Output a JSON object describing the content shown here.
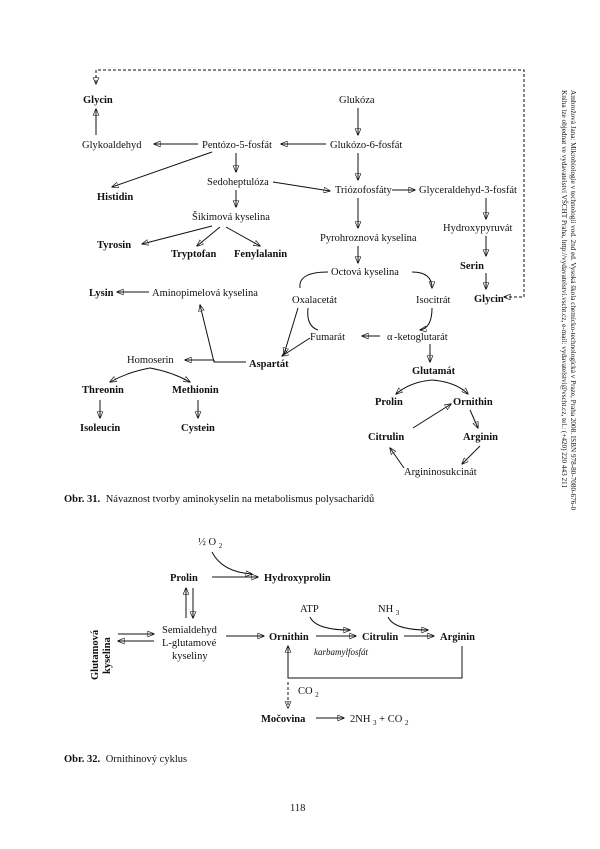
{
  "side_note": {
    "line1": "Ambrožová Jana: Mikrobiologie v technologii vod. 2nd ed. Vysoká škola chemicko-technologická v Praze, Praha 2008. ISBN 978-80-7080-676-0",
    "line2": "Kniha lze objednat ve vydavatelství VŠCHT Praha, http://vydavatelstvi.vscht.cz, e-mail: vydavatelstvi@vscht.cz, tel.: (+420) 220 443 211"
  },
  "figure31": {
    "caption_label": "Obr. 31.",
    "caption_text": "Návaznost tvorby aminokyselin na metabolismus polysacharidů",
    "nodes": {
      "glycin_top": "Glycin",
      "glukoza": "Glukóza",
      "glykoaldehyd": "Glykoaldehyd",
      "pentozo": "Pentózo-5-fosfát",
      "glukozo6": "Glukózo-6-fosfát",
      "histidin": "Histidin",
      "sedoheptuloza": "Sedoheptulóza",
      "triozofosfaty": "Triózofosfáty",
      "glyceraldehyd": "Glyceraldehyd-3-fosfát",
      "sikimova": "Šikimová kyselina",
      "hydroxypyruvat": "Hydroxypyruvát",
      "tyrosin": "Tyrosin",
      "tryptofan": "Tryptofan",
      "fenylalanin": "Fenylalanin",
      "pyrohroznova": "Pyrohroznová kyselina",
      "serin": "Serin",
      "octova": "Octová kyselina",
      "lysin": "Lysin",
      "aminopimelova": "Aminopimelová kyselina",
      "glycin_right": "Glycin",
      "oxalacetat": "Oxalacetát",
      "isocitrat": "Isocitrát",
      "fumarat": "Fumarát",
      "alfa": "α",
      "ketoglutarat": "-ketoglutarát",
      "aspartat": "Aspartát",
      "homoserin": "Homoserin",
      "glutamat": "Glutamát",
      "threonin": "Threonin",
      "methionin": "Methionin",
      "prolin": "Prolin",
      "ornithin": "Ornithin",
      "isoleucin": "Isoleucin",
      "cystein": "Cystein",
      "citrulin": "Citrulin",
      "arginin": "Arginin",
      "argininosukcinat": "Argininosukcinát"
    }
  },
  "figure32": {
    "caption_label": "Obr. 32.",
    "caption_text": "Ornithinový cyklus",
    "nodes": {
      "half": "½ O",
      "half_sub": "2",
      "prolin": "Prolin",
      "hydroxyprolin": "Hydroxyprolin",
      "glutamova1": "Glutamová",
      "glutamova2": "kyselina",
      "semi1": "Semialdehyd",
      "semi2": "L-glutamové",
      "semi3": "kyseliny",
      "atp": "ATP",
      "nh3": "NH",
      "nh3_sub": "3",
      "ornithin": "Ornithin",
      "citrulin": "Citrulin",
      "arginin": "Arginin",
      "karbamyl": "karbamylfosfát",
      "co2": "CO",
      "co2_sub": "2",
      "mocovina": "Močovina",
      "products1": "2NH",
      "products_sub1": "3",
      "products2": " + CO",
      "products_sub2": "2"
    }
  },
  "page_number": "118"
}
